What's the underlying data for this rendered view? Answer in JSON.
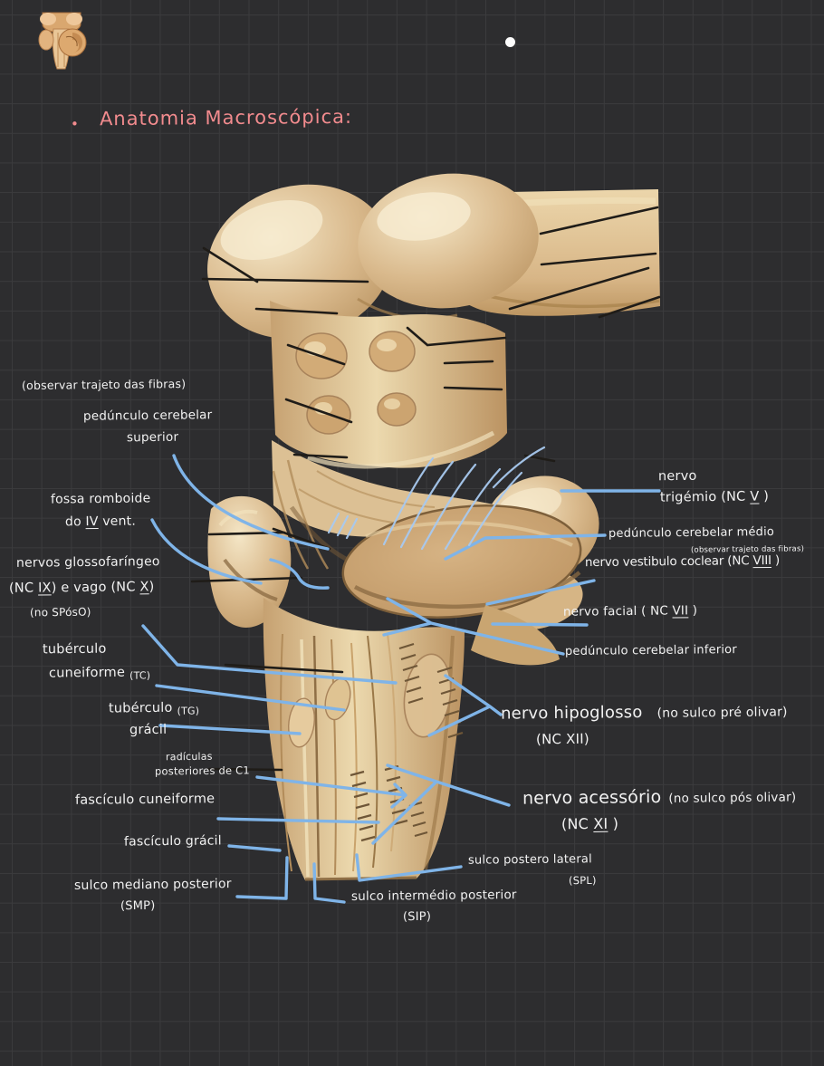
{
  "palette": {
    "paper": "#2d2d2f",
    "grid_line": "#3b3b3d",
    "ink_white": "#f2f2f2",
    "annotation_blue": "#7fb4e8",
    "title_pink": "#f28b8e",
    "figure_tan": "#d9b98c"
  },
  "icons": {
    "sticker": "brainstem-thumbnail",
    "dot": "white-dot"
  },
  "header": {
    "bullet": "•",
    "title": "Anatomia Macroscópica:"
  },
  "labels": {
    "obs": {
      "text": "(observar trajeto das fibras)"
    },
    "psup1": {
      "text": "pedúnculo cerebelar"
    },
    "psup2": {
      "text": "superior"
    },
    "fossa1": {
      "text": "fossa romboide"
    },
    "fossa2": {
      "pre": "do ",
      "num": "IV",
      "post": " vent."
    },
    "glosso1": {
      "text": "nervos glossofaríngeo"
    },
    "glosso2": {
      "p1": "(NC ",
      "n1": "IX",
      "p2": ") e vago (NC ",
      "n2": "X",
      "p3": ")"
    },
    "glosso3": {
      "text": "(no SPósO)"
    },
    "tc1": {
      "text": "tubérculo"
    },
    "tc2": {
      "main": "cuneiforme",
      "abbr": "(TC)"
    },
    "tg1": {
      "main": "tubérculo",
      "abbr": "(TG)"
    },
    "tg2": {
      "text": "grácil"
    },
    "c1a": {
      "text": "radículas"
    },
    "c1b": {
      "text": "posteriores de C1"
    },
    "fcun": {
      "text": "fascículo cuneiforme"
    },
    "fgra": {
      "text": "fascículo grácil"
    },
    "smp1": {
      "text": "sulco mediano posterior"
    },
    "smp2": {
      "text": "(SMP)"
    },
    "trig1": {
      "text": "nervo"
    },
    "trig2": {
      "pre": "trigémio (NC ",
      "num": "V",
      "post": " )"
    },
    "pmed1": {
      "text": "pedúnculo cerebelar médio"
    },
    "pmed2": {
      "text": "(observar trajeto das fibras)"
    },
    "vest": {
      "pre": "nervo vestibulo coclear (NC ",
      "num": "VIII",
      "post": " )"
    },
    "fac": {
      "pre": "nervo facial ( NC ",
      "num": "VII",
      "post": " )"
    },
    "pinf": {
      "text": "pedúnculo cerebelar inferior"
    },
    "hipo": {
      "main": "nervo hipoglosso",
      "paren": "(no sulco pré olivar)"
    },
    "hipo2": {
      "text": "(NC XII)"
    },
    "aces": {
      "main": "nervo acessório",
      "paren": "(no sulco pós olivar)"
    },
    "aces2": {
      "pre": "(NC ",
      "num": "XI",
      "post": " )"
    },
    "spl1": {
      "text": "sulco postero lateral"
    },
    "spl2": {
      "text": "(SPL)"
    },
    "sip1": {
      "text": "sulco intermédio posterior"
    },
    "sip2": {
      "text": "(SIP)"
    }
  }
}
